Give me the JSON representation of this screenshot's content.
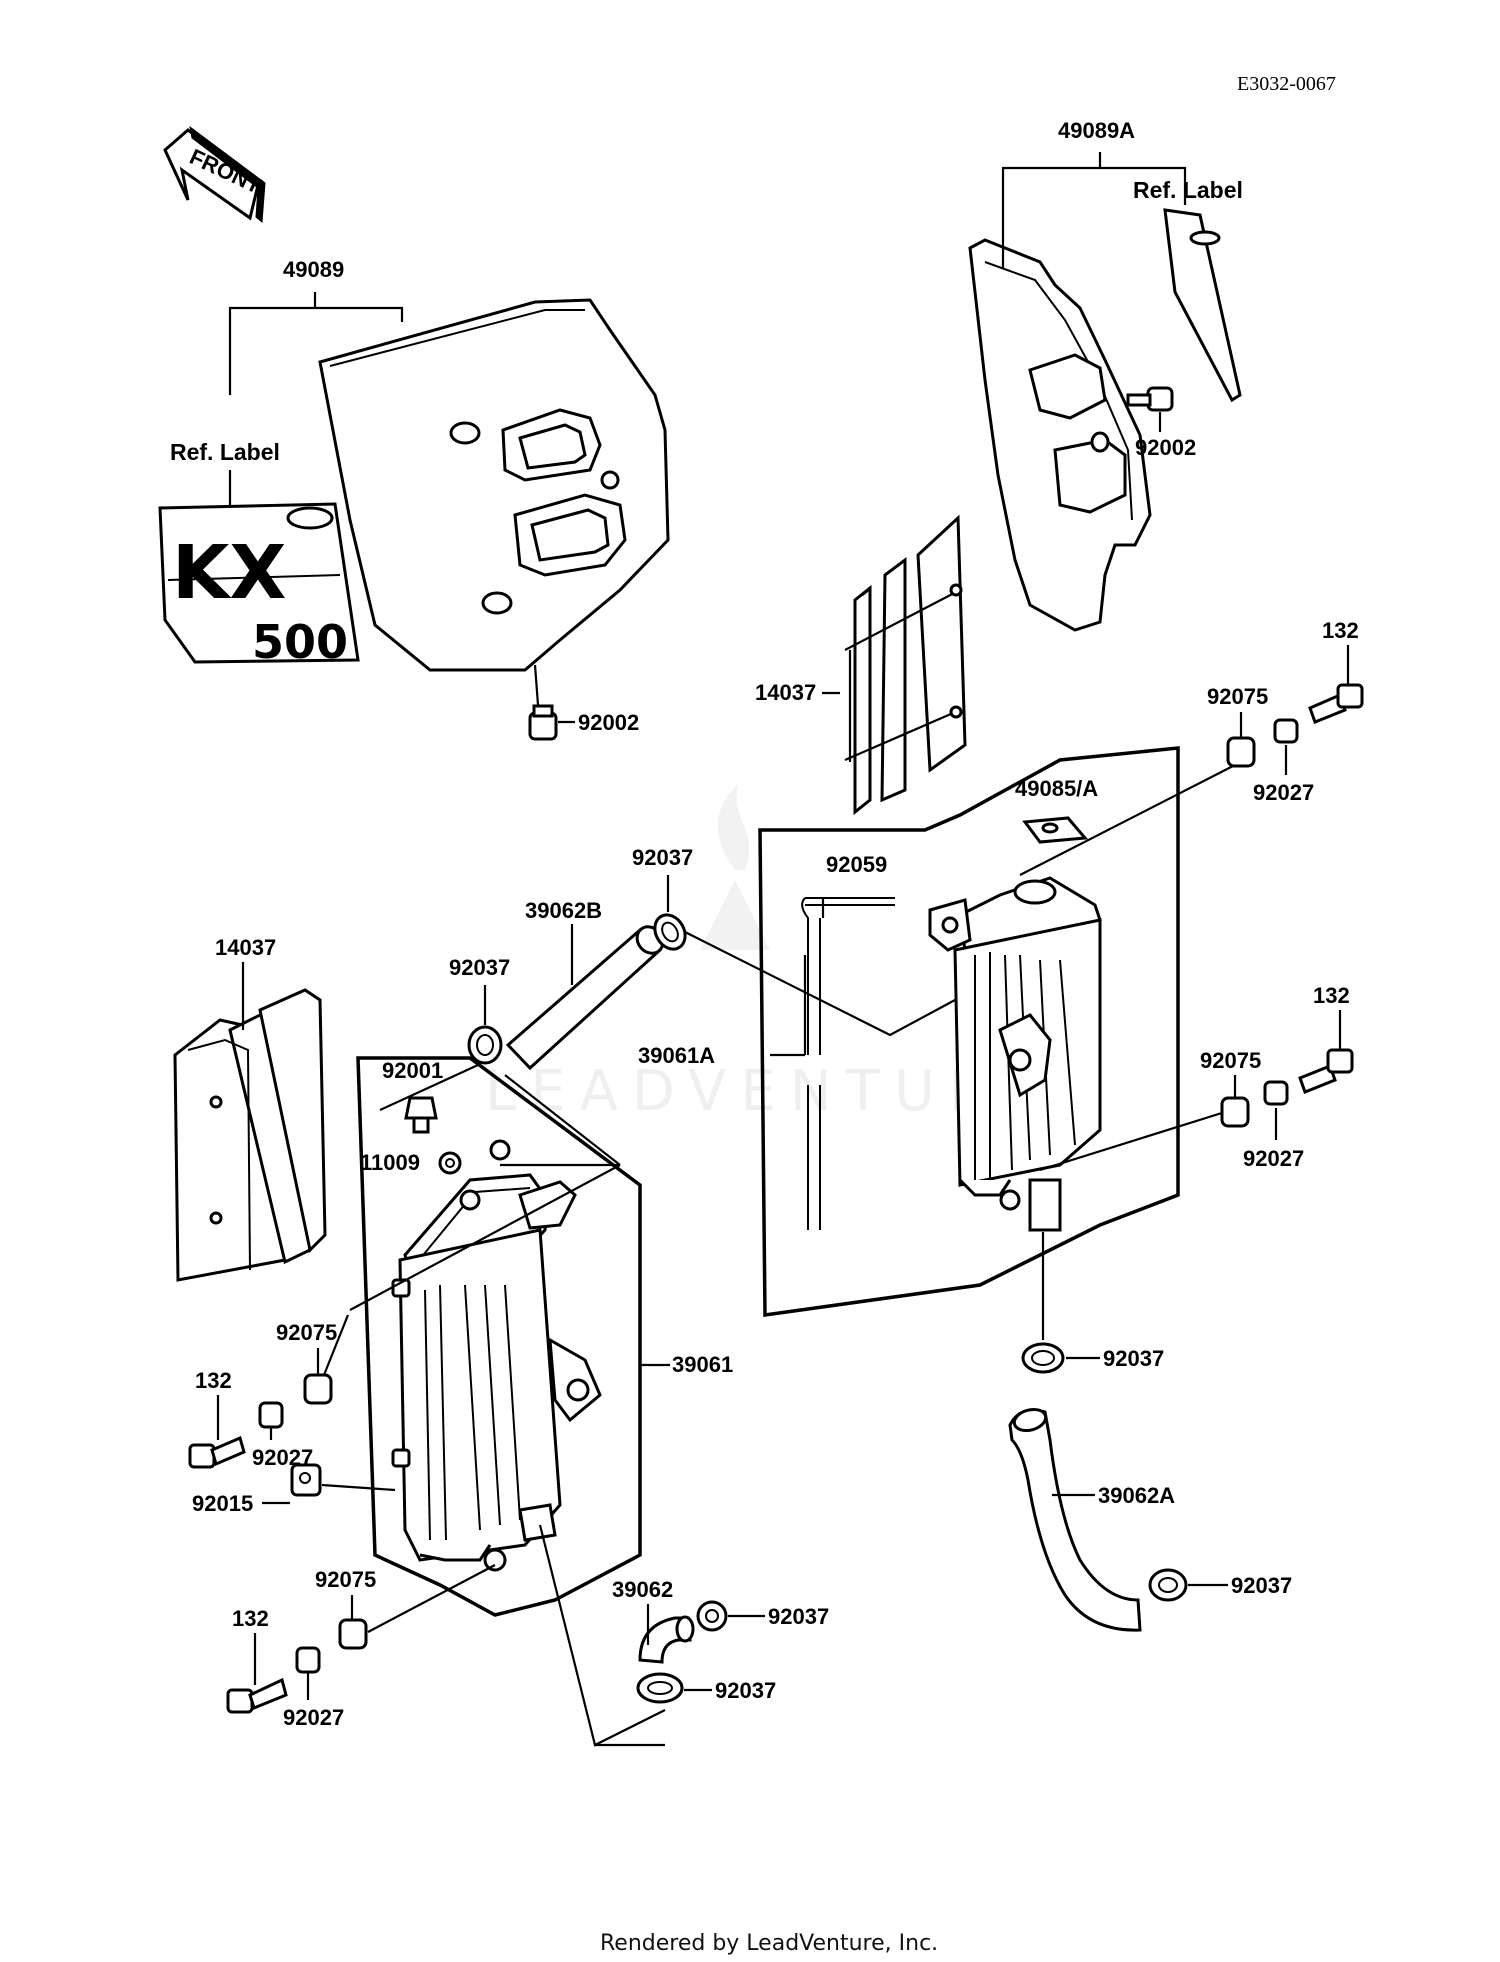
{
  "diagram_code": "E3032-0067",
  "front_label": "FRONT",
  "decal_text": {
    "brand": "KX",
    "model": "500"
  },
  "watermark": "LEADVENTURE",
  "footer": "Rendered by LeadVenture, Inc.",
  "labels": {
    "p49089": "49089",
    "ref_left": "Ref. Label",
    "p92002_left": "92002",
    "p49089A": "49089A",
    "ref_right": "Ref. Label",
    "p92002_right": "92002",
    "p14037_top": "14037",
    "p132_r1": "132",
    "p92075_r1": "92075",
    "p92027_r1": "92027",
    "p49085": "49085/A",
    "p92059": "92059",
    "p92037_top": "92037",
    "p39062B": "39062B",
    "p92037_b": "92037",
    "p14037_left": "14037",
    "p92001": "92001",
    "p11009": "11009",
    "p39061A": "39061A",
    "p132_r2": "132",
    "p92075_r2": "92075",
    "p92027_r2": "92027",
    "p92037_rc": "92037",
    "p39062A": "39062A",
    "p92037_rb": "92037",
    "p92075_l1": "92075",
    "p132_l1": "132",
    "p92027_l1": "92027",
    "p92015": "92015",
    "p39061": "39061",
    "p92075_l2": "92075",
    "p132_l2": "132",
    "p92027_l2": "92027",
    "p39062": "39062",
    "p92037_l1": "92037",
    "p92037_l2": "92037"
  }
}
